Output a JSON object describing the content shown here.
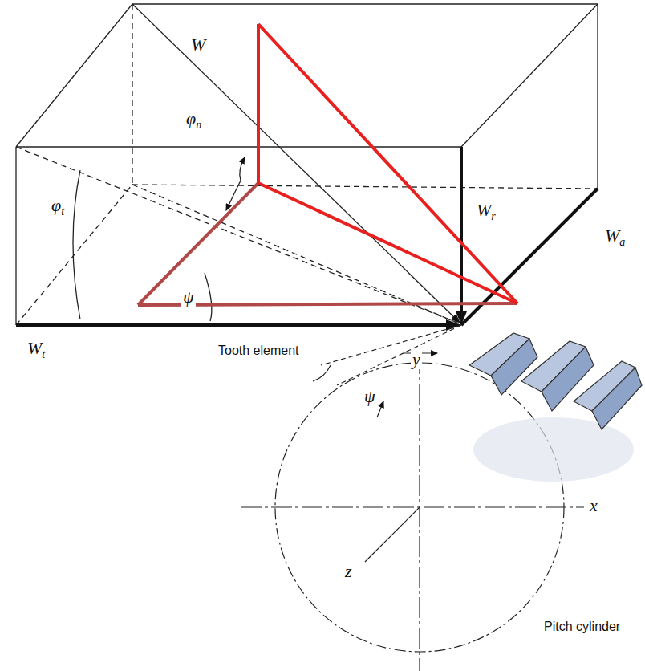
{
  "diagram": {
    "labels": [
      "W",
      "φn",
      "Wr",
      "Wa",
      "φt",
      "ψ",
      "Wt",
      "Tooth element",
      "ψ",
      "y",
      "x",
      "z",
      "Pitch cylinder"
    ]
  }
}
